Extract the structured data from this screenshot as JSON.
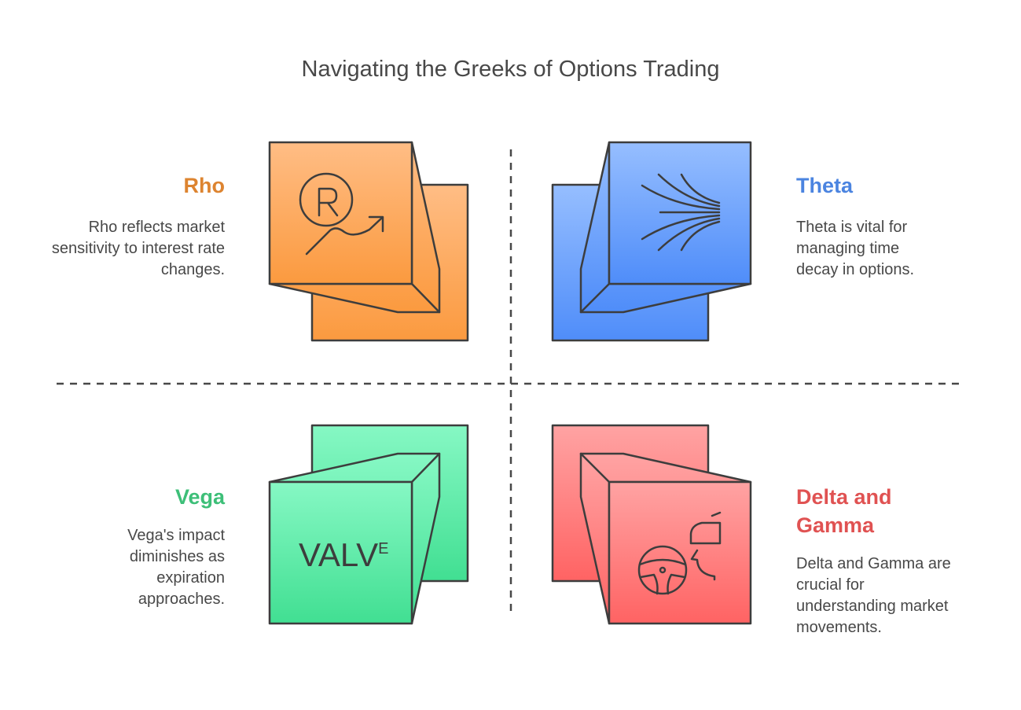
{
  "title": "Navigating the Greeks of Options Trading",
  "quadrants": {
    "rho": {
      "label": "Rho",
      "description": "Rho reflects market sensitivity to interest rate changes.",
      "color": "#dd8430",
      "icon": "r-trend-icon"
    },
    "theta": {
      "label": "Theta",
      "description": "Theta is vital for managing time decay in options.",
      "color": "#4b84e0",
      "icon": "flow-lines-icon"
    },
    "vega": {
      "label": "Vega",
      "description": "Vega's impact diminishes as expiration approaches.",
      "color": "#3dbf78",
      "icon": "valve-icon",
      "icon_text": "VALV",
      "icon_superscript": "E"
    },
    "delta": {
      "label": "Delta and Gamma",
      "description": "Delta and Gamma are crucial for understanding market movements.",
      "color": "#e05252",
      "icon": "steering-wheel-icon"
    }
  },
  "colors": {
    "stroke": "#3d3d3d",
    "text": "#484848",
    "rho_light": "#ffbd85",
    "rho_dark": "#fb9a3f",
    "theta_light": "#96beff",
    "theta_dark": "#4f8df9",
    "vega_light": "#86f8c4",
    "vega_dark": "#41df92",
    "delta_light": "#ffa3a3",
    "delta_dark": "#ff6363"
  }
}
